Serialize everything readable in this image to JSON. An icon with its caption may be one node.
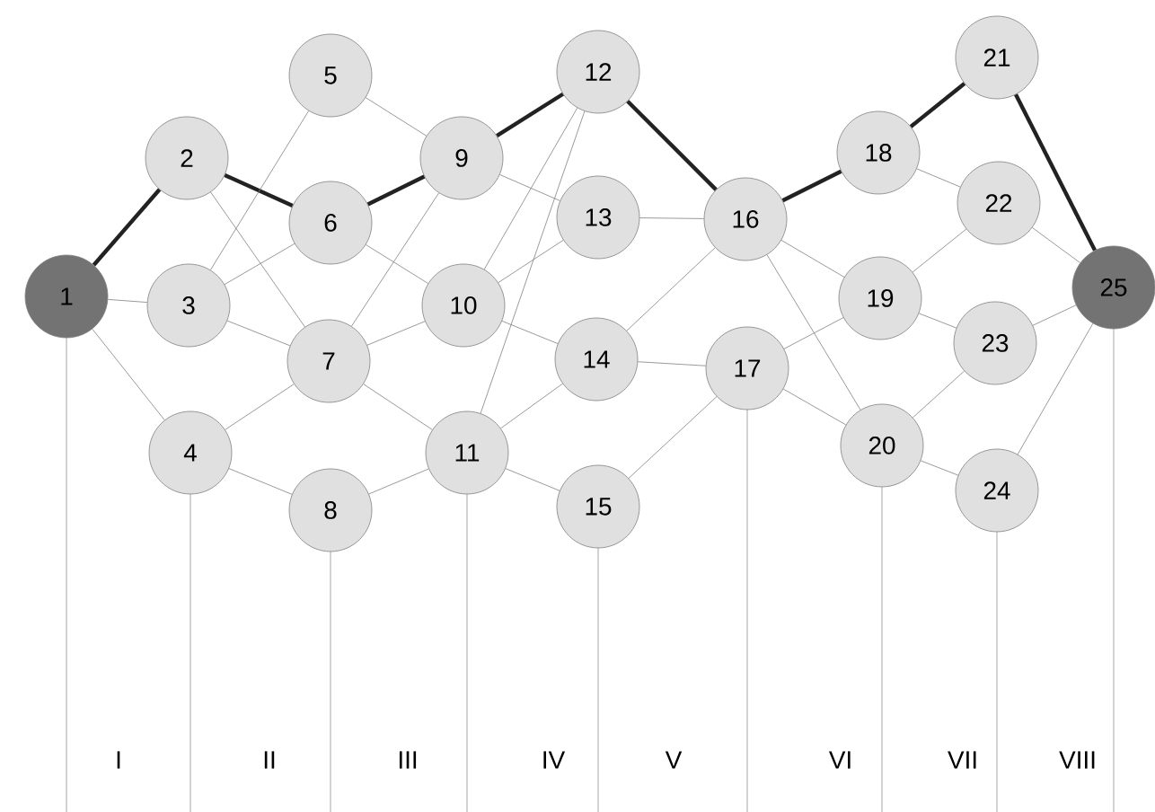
{
  "diagram": {
    "nodes": [
      {
        "text": [
          "1"
        ]
      },
      {
        "text": [
          "2"
        ]
      },
      {
        "text": [
          "3"
        ]
      },
      {
        "text": [
          "4"
        ]
      },
      {
        "text": [
          "5"
        ]
      },
      {
        "text": [
          "6"
        ]
      },
      {
        "text": [
          "7"
        ]
      },
      {
        "text": [
          "8"
        ]
      },
      {
        "text": [
          "9"
        ]
      },
      {
        "text": [
          "10"
        ]
      },
      {
        "text": [
          "11"
        ]
      },
      {
        "text": [
          "12"
        ]
      },
      {
        "text": [
          "13"
        ]
      },
      {
        "text": [
          "14"
        ]
      },
      {
        "text": [
          "15"
        ]
      },
      {
        "text": [
          "16"
        ]
      },
      {
        "text": [
          "17"
        ]
      },
      {
        "text": [
          "18"
        ]
      },
      {
        "text": [
          "19"
        ]
      },
      {
        "text": [
          "20"
        ]
      },
      {
        "text": [
          "21"
        ]
      },
      {
        "text": [
          "22"
        ]
      },
      {
        "text": [
          "23"
        ]
      },
      {
        "text": [
          "24"
        ]
      },
      {
        "text": [
          "25"
        ]
      }
    ],
    "edges": [
      {
        "from": 0,
        "to": 1,
        "arrow": "none",
        "style": "thick",
        "color": "#222222"
      },
      {
        "from": 0,
        "to": 2,
        "arrow": "none"
      },
      {
        "from": 0,
        "to": 3,
        "arrow": "none"
      },
      {
        "from": 1,
        "to": 5,
        "arrow": "none",
        "style": "thick",
        "color": "#222222"
      },
      {
        "from": 1,
        "to": 6,
        "arrow": "none"
      },
      {
        "from": 2,
        "to": 4,
        "arrow": "none"
      },
      {
        "from": 2,
        "to": 5,
        "arrow": "none"
      },
      {
        "from": 2,
        "to": 6,
        "arrow": "none"
      },
      {
        "from": 3,
        "to": 6,
        "arrow": "none"
      },
      {
        "from": 3,
        "to": 7,
        "arrow": "none"
      },
      {
        "from": 4,
        "to": 8,
        "arrow": "none"
      },
      {
        "from": 5,
        "to": 8,
        "arrow": "none",
        "style": "thick",
        "color": "#222222"
      },
      {
        "from": 5,
        "to": 9,
        "arrow": "none"
      },
      {
        "from": 6,
        "to": 8,
        "arrow": "none"
      },
      {
        "from": 6,
        "to": 9,
        "arrow": "none"
      },
      {
        "from": 6,
        "to": 10,
        "arrow": "none"
      },
      {
        "from": 7,
        "to": 10,
        "arrow": "none"
      },
      {
        "from": 8,
        "to": 11,
        "arrow": "none",
        "style": "thick",
        "color": "#222222"
      },
      {
        "from": 8,
        "to": 12,
        "arrow": "none"
      },
      {
        "from": 9,
        "to": 11,
        "arrow": "none"
      },
      {
        "from": 9,
        "to": 12,
        "arrow": "none"
      },
      {
        "from": 9,
        "to": 13,
        "arrow": "none"
      },
      {
        "from": 10,
        "to": 11,
        "arrow": "none"
      },
      {
        "from": 10,
        "to": 13,
        "arrow": "none"
      },
      {
        "from": 10,
        "to": 14,
        "arrow": "none"
      },
      {
        "from": 11,
        "to": 15,
        "arrow": "none",
        "style": "thick",
        "color": "#222222"
      },
      {
        "from": 12,
        "to": 15,
        "arrow": "none"
      },
      {
        "from": 13,
        "to": 15,
        "arrow": "none"
      },
      {
        "from": 13,
        "to": 16,
        "arrow": "none"
      },
      {
        "from": 14,
        "to": 16,
        "arrow": "none"
      },
      {
        "from": 15,
        "to": 17,
        "arrow": "none",
        "style": "thick",
        "color": "#222222"
      },
      {
        "from": 15,
        "to": 18,
        "arrow": "none"
      },
      {
        "from": 15,
        "to": 19,
        "arrow": "none"
      },
      {
        "from": 16,
        "to": 18,
        "arrow": "none"
      },
      {
        "from": 16,
        "to": 19,
        "arrow": "none"
      },
      {
        "from": 17,
        "to": 20,
        "arrow": "none",
        "style": "thick",
        "color": "#222222"
      },
      {
        "from": 17,
        "to": 21,
        "arrow": "none"
      },
      {
        "from": 18,
        "to": 21,
        "arrow": "none"
      },
      {
        "from": 18,
        "to": 22,
        "arrow": "none"
      },
      {
        "from": 19,
        "to": 22,
        "arrow": "none"
      },
      {
        "from": 19,
        "to": 23,
        "arrow": "none"
      },
      {
        "from": 20,
        "to": 24,
        "arrow": "none",
        "style": "thick",
        "color": "#222222"
      },
      {
        "from": 21,
        "to": 24,
        "arrow": "none"
      },
      {
        "from": 22,
        "to": 24,
        "arrow": "none"
      },
      {
        "from": 23,
        "to": 24,
        "arrow": "none"
      }
    ],
    "labels": [
      "I",
      "II",
      "III",
      "IV",
      "V",
      "VI",
      "VII",
      "VIII"
    ]
  }
}
